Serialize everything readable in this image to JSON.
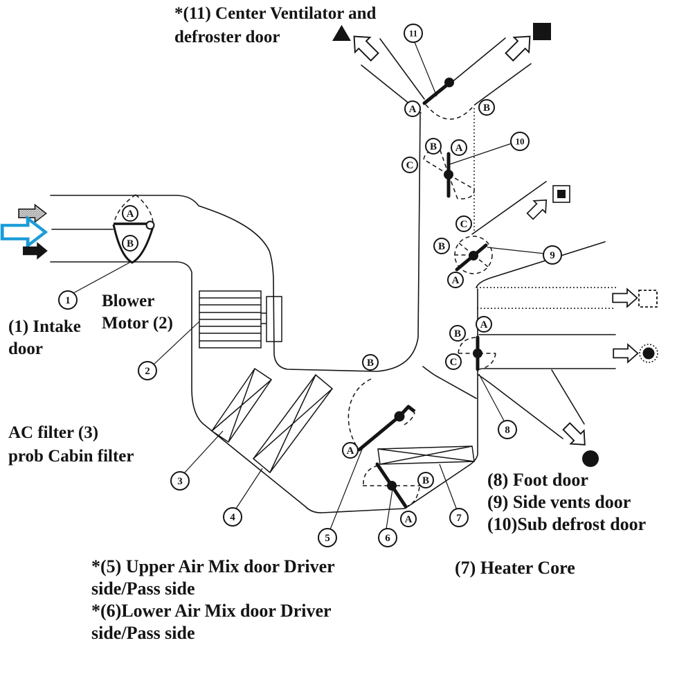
{
  "labels": {
    "center_vent_1": "*(11) Center Ventilator and",
    "center_vent_2": "defroster door",
    "intake_1": "(1) Intake",
    "intake_2": "door",
    "blower_1": "Blower",
    "blower_2": "Motor (2)",
    "ac_filter_1": "AC filter (3)",
    "ac_filter_2": "prob Cabin filter",
    "foot_door": "(8) Foot door",
    "side_vents": "(9) Side vents door",
    "sub_defrost": "(10)Sub defrost door",
    "heater_core": "(7) Heater Core",
    "upper_mix_1": "*(5) Upper Air Mix door Driver",
    "upper_mix_2": "side/Pass side",
    "lower_mix_1": "*(6)Lower Air Mix door Driver",
    "lower_mix_2": "side/Pass side"
  },
  "callouts": {
    "c1": "1",
    "c2": "2",
    "c3": "3",
    "c4": "4",
    "c5": "5",
    "c6": "6",
    "c7": "7",
    "c8": "8",
    "c9": "9",
    "c10": "10",
    "c11": "11"
  },
  "port_letters": {
    "A": "A",
    "B": "B",
    "C": "C"
  },
  "colors": {
    "accent_arrow": "#1b9cd8",
    "line": "#141414"
  }
}
